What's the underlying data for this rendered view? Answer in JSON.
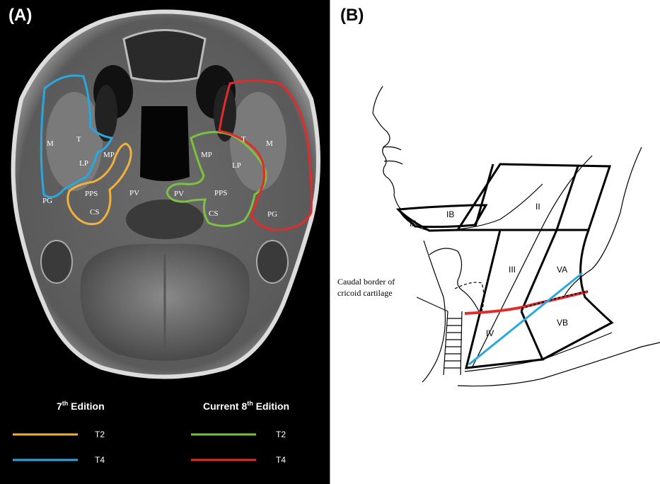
{
  "panel_a": {
    "label": "(A)",
    "structure_labels": [
      "M",
      "T",
      "LP",
      "MP",
      "PPS",
      "PV",
      "CS",
      "PG"
    ],
    "legend": {
      "edition7_heading": "7",
      "edition7_sup": "th",
      "edition7_tail": " Edition",
      "edition8_heading": "Current  8",
      "edition8_sup": "th",
      "edition8_tail": " Edition",
      "t2": "T2",
      "t4": "T4"
    }
  },
  "panel_b": {
    "label": "(B)",
    "levels": {
      "IA": "IA",
      "IB": "IB",
      "II": "II",
      "III": "III",
      "IV": "IV",
      "VA": "VA",
      "VB": "VB"
    },
    "annotation_line1": "Caudal border of",
    "annotation_line2": "cricoid cartilage"
  },
  "colors": {
    "edition7_t2": "#f0b23a",
    "edition7_t4": "#29a8e0",
    "edition8_t2": "#7dc142",
    "edition8_t4": "#e32b2b"
  }
}
